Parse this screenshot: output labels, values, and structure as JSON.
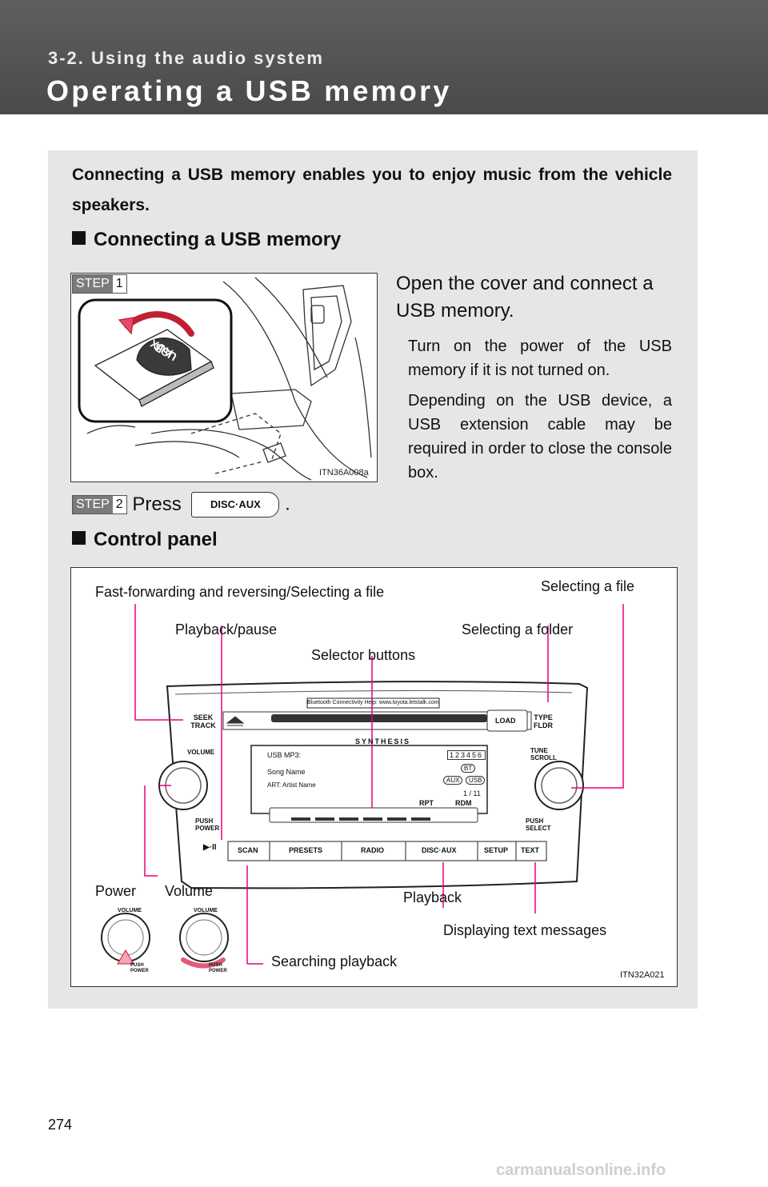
{
  "header": {
    "section": "3-2. Using the audio system",
    "title": "Operating a USB memory"
  },
  "intro": "Connecting a USB memory enables you to enjoy music from the vehicle speakers.",
  "sections": {
    "connecting": "Connecting a USB memory",
    "control_panel": "Control panel"
  },
  "step1": {
    "step_word": "STEP",
    "step_num": "1",
    "text": "Open the cover and connect a USB memory.",
    "note1": "Turn on the power of the USB memory if it is not turned on.",
    "note2": "Depending on the USB device, a USB extension cable may be required in order to close the console box.",
    "code": "ITN36A008a",
    "usb_label": "USB",
    "aux_label": "AUX"
  },
  "step2": {
    "step_word": "STEP",
    "step_num": "2",
    "press": "Press",
    "button": "DISC·AUX",
    "period": "."
  },
  "labels": {
    "ff": "Fast-forwarding and reversing/Selecting a file",
    "selecting_file": "Selecting a file",
    "playback_pause": "Playback/pause",
    "selecting_folder": "Selecting a folder",
    "selector_buttons": "Selector buttons",
    "power": "Power",
    "volume": "Volume",
    "playback": "Playback",
    "displaying_text": "Displaying text messages",
    "searching_playback": "Searching playback"
  },
  "figure": {
    "code": "ITN32A021",
    "banner": "Bluetooth Connectivity Help: www.toyota.letstalk.com",
    "screen_brand": "SYNTHESIS",
    "screen_line1": "USB MP3:",
    "screen_line2": "Song Name",
    "screen_line3": "ART:  Artist Name",
    "screen_track": "1 / 11",
    "screen_presets": "123456",
    "screen_bt": "BT",
    "screen_aux": "AUX",
    "screen_usb": "USB",
    "rpt": "RPT",
    "rdm": "RDM",
    "load": "LOAD",
    "seek_track": "SEEK TRACK",
    "type_fldr": "TYPE FLDR",
    "volume_label": "VOLUME",
    "tune_scroll": "TUNE SCROLL",
    "push_power": "PUSH POWER",
    "push_select": "PUSH SELECT",
    "play_symbol": "▶·II",
    "buttons": [
      "SCAN",
      "PRESETS",
      "RADIO",
      "DISC·AUX",
      "SETUP",
      "TEXT"
    ],
    "small_volume": "VOLUME",
    "small_push_power": "PUSH POWER"
  },
  "page_number": "274",
  "watermark": "carmanualsonline.info",
  "colors": {
    "callout": "#e6007e",
    "header_bg": "#555555",
    "panel_bg": "#e6e6e6"
  }
}
